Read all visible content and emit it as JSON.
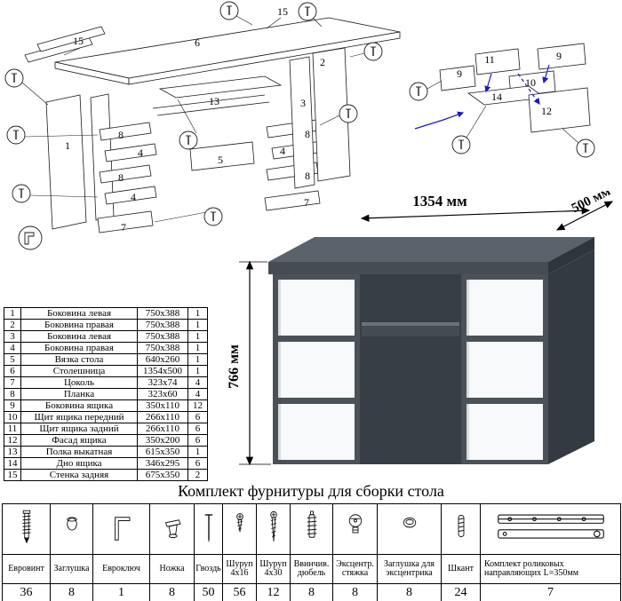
{
  "title": {
    "hardware_kit": "Комплект фурнитуры для сборки стола"
  },
  "desk": {
    "dim_width": "1354 мм",
    "dim_depth": "500 мм",
    "dim_height": "766 мм",
    "body_color": "#4a5159",
    "drawer_color": "#f8f9fa"
  },
  "parts_table": {
    "rows": [
      {
        "num": "1",
        "name": "Боковина левая",
        "size": "750x388",
        "qty": "1"
      },
      {
        "num": "2",
        "name": "Боковина правая",
        "size": "750x388",
        "qty": "1"
      },
      {
        "num": "3",
        "name": "Боковина левая",
        "size": "750x388",
        "qty": "1"
      },
      {
        "num": "4",
        "name": "Боковина правая",
        "size": "750x388",
        "qty": "1"
      },
      {
        "num": "5",
        "name": "Вязка стола",
        "size": "640x260",
        "qty": "1"
      },
      {
        "num": "6",
        "name": "Столешница",
        "size": "1354x500",
        "qty": "1"
      },
      {
        "num": "7",
        "name": "Цоколь",
        "size": "323x74",
        "qty": "4"
      },
      {
        "num": "8",
        "name": "Планка",
        "size": "323x60",
        "qty": "4"
      },
      {
        "num": "9",
        "name": "Боковина ящика",
        "size": "350x110",
        "qty": "12"
      },
      {
        "num": "10",
        "name": "Щит ящика передний",
        "size": "266x110",
        "qty": "6"
      },
      {
        "num": "11",
        "name": "Щит ящика задний",
        "size": "266x110",
        "qty": "6"
      },
      {
        "num": "12",
        "name": "Фасад ящика",
        "size": "350x200",
        "qty": "6"
      },
      {
        "num": "13",
        "name": "Полка выкатная",
        "size": "615x350",
        "qty": "1"
      },
      {
        "num": "14",
        "name": "Дно ящика",
        "size": "346x295",
        "qty": "6"
      },
      {
        "num": "15",
        "name": "Стенка задняя",
        "size": "675x350",
        "qty": "2"
      }
    ]
  },
  "hardware_table": {
    "items": [
      {
        "name": "Евровинт",
        "qty": "36",
        "icon": "euroscrew-icon"
      },
      {
        "name": "Заглушка",
        "qty": "8",
        "icon": "plug-icon"
      },
      {
        "name": "Евроключ",
        "qty": "1",
        "icon": "hexkey-icon"
      },
      {
        "name": "Ножка",
        "qty": "8",
        "icon": "foot-icon"
      },
      {
        "name": "Гвоздь",
        "qty": "50",
        "icon": "nail-icon"
      },
      {
        "name": "Шуруп 4x16",
        "qty": "56",
        "icon": "screw-4x16-icon"
      },
      {
        "name": "Шуруп 4x30",
        "qty": "12",
        "icon": "screw-4x30-icon"
      },
      {
        "name": "Ввинчив. дюбель",
        "qty": "8",
        "icon": "dowel-screw-icon"
      },
      {
        "name": "Эксцентр. стяжка",
        "qty": "8",
        "icon": "cam-lock-icon"
      },
      {
        "name": "Заглушка для эксцентрика",
        "qty": "8",
        "icon": "cam-cover-icon"
      },
      {
        "name": "Шкант",
        "qty": "24",
        "icon": "wood-dowel-icon"
      },
      {
        "name": "Комплект роликовых направляющих L=350мм",
        "qty": "7",
        "icon": "drawer-slide-icon"
      }
    ]
  },
  "diagram_main": {
    "labels": [
      "15",
      "6",
      "15",
      "13",
      "1",
      "8",
      "4",
      "8",
      "4",
      "7",
      "2",
      "3",
      "8",
      "4",
      "8",
      "7",
      "5"
    ]
  },
  "diagram_drawer": {
    "labels": [
      "11",
      "9",
      "9",
      "10",
      "14",
      "12"
    ]
  }
}
